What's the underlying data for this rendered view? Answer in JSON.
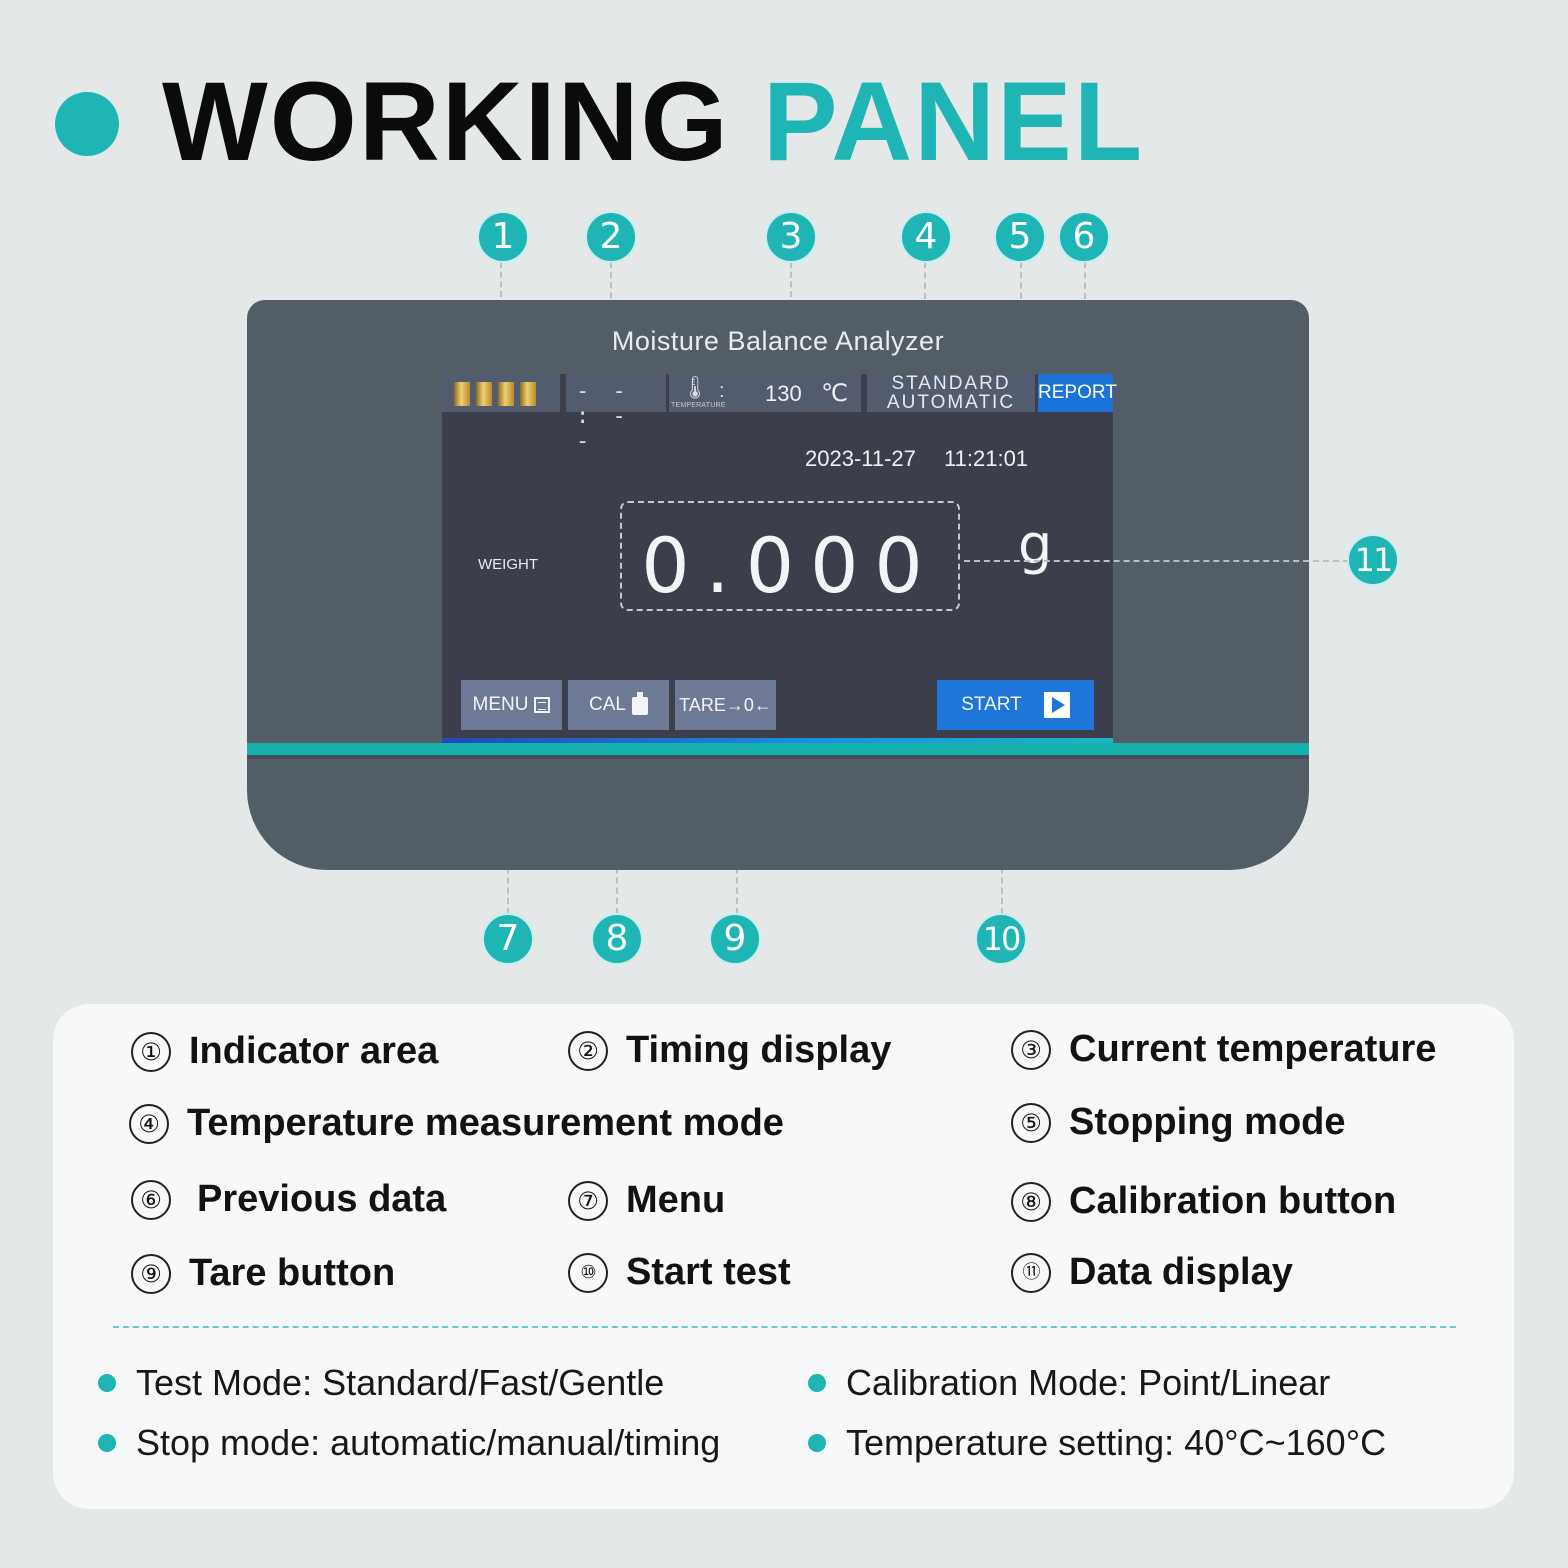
{
  "title": {
    "word1": "WORKING",
    "word2": "PANEL"
  },
  "callouts": [
    "1",
    "2",
    "3",
    "4",
    "5",
    "6",
    "7",
    "8",
    "9",
    "10",
    "11"
  ],
  "device": {
    "title": "Moisture Balance Analyzer",
    "status_bar": {
      "timing": "- - : - -",
      "temperature_label": "TEMPERATURE",
      "colon": ":",
      "temperature_value": "130",
      "temperature_unit": "℃",
      "mode_line1": "STANDARD",
      "mode_line2": "AUTOMATIC",
      "report_label": "REPORT"
    },
    "date": "2023-11-27",
    "time": "11:21:01",
    "weight_label": "WEIGHT",
    "weight_value": "0.000",
    "weight_unit": "g",
    "buttons": {
      "menu": "MENU",
      "cal": "CAL",
      "tare": "TARE→0←",
      "start": "START"
    },
    "icons": {
      "menu": "menu-list-icon",
      "cal": "weight-icon",
      "start": "play-icon",
      "temperature": "thermometer-icon"
    }
  },
  "legend": [
    {
      "num": "①",
      "label": "Indicator area"
    },
    {
      "num": "②",
      "label": "Timing display"
    },
    {
      "num": "③",
      "label": "Current temperature"
    },
    {
      "num": "④",
      "label": "Temperature measurement mode"
    },
    {
      "num": "⑤",
      "label": "Stopping mode"
    },
    {
      "num": "⑥",
      "label": "Previous data"
    },
    {
      "num": "⑦",
      "label": "Menu"
    },
    {
      "num": "⑧",
      "label": "Calibration button"
    },
    {
      "num": "⑨",
      "label": "Tare button"
    },
    {
      "num": "⑩",
      "label": "Start test"
    },
    {
      "num": "⑪",
      "label": "Data display"
    }
  ],
  "specs": [
    "Test Mode: Standard/Fast/Gentle",
    "Calibration Mode: Point/Linear",
    "Stop mode: automatic/manual/timing",
    "Temperature setting: 40°C~160°C"
  ],
  "colors": {
    "accent": "#1fb5b5",
    "panel": "#525d66",
    "screen": "#3c3f4b",
    "button_blue": "#1f76da"
  }
}
